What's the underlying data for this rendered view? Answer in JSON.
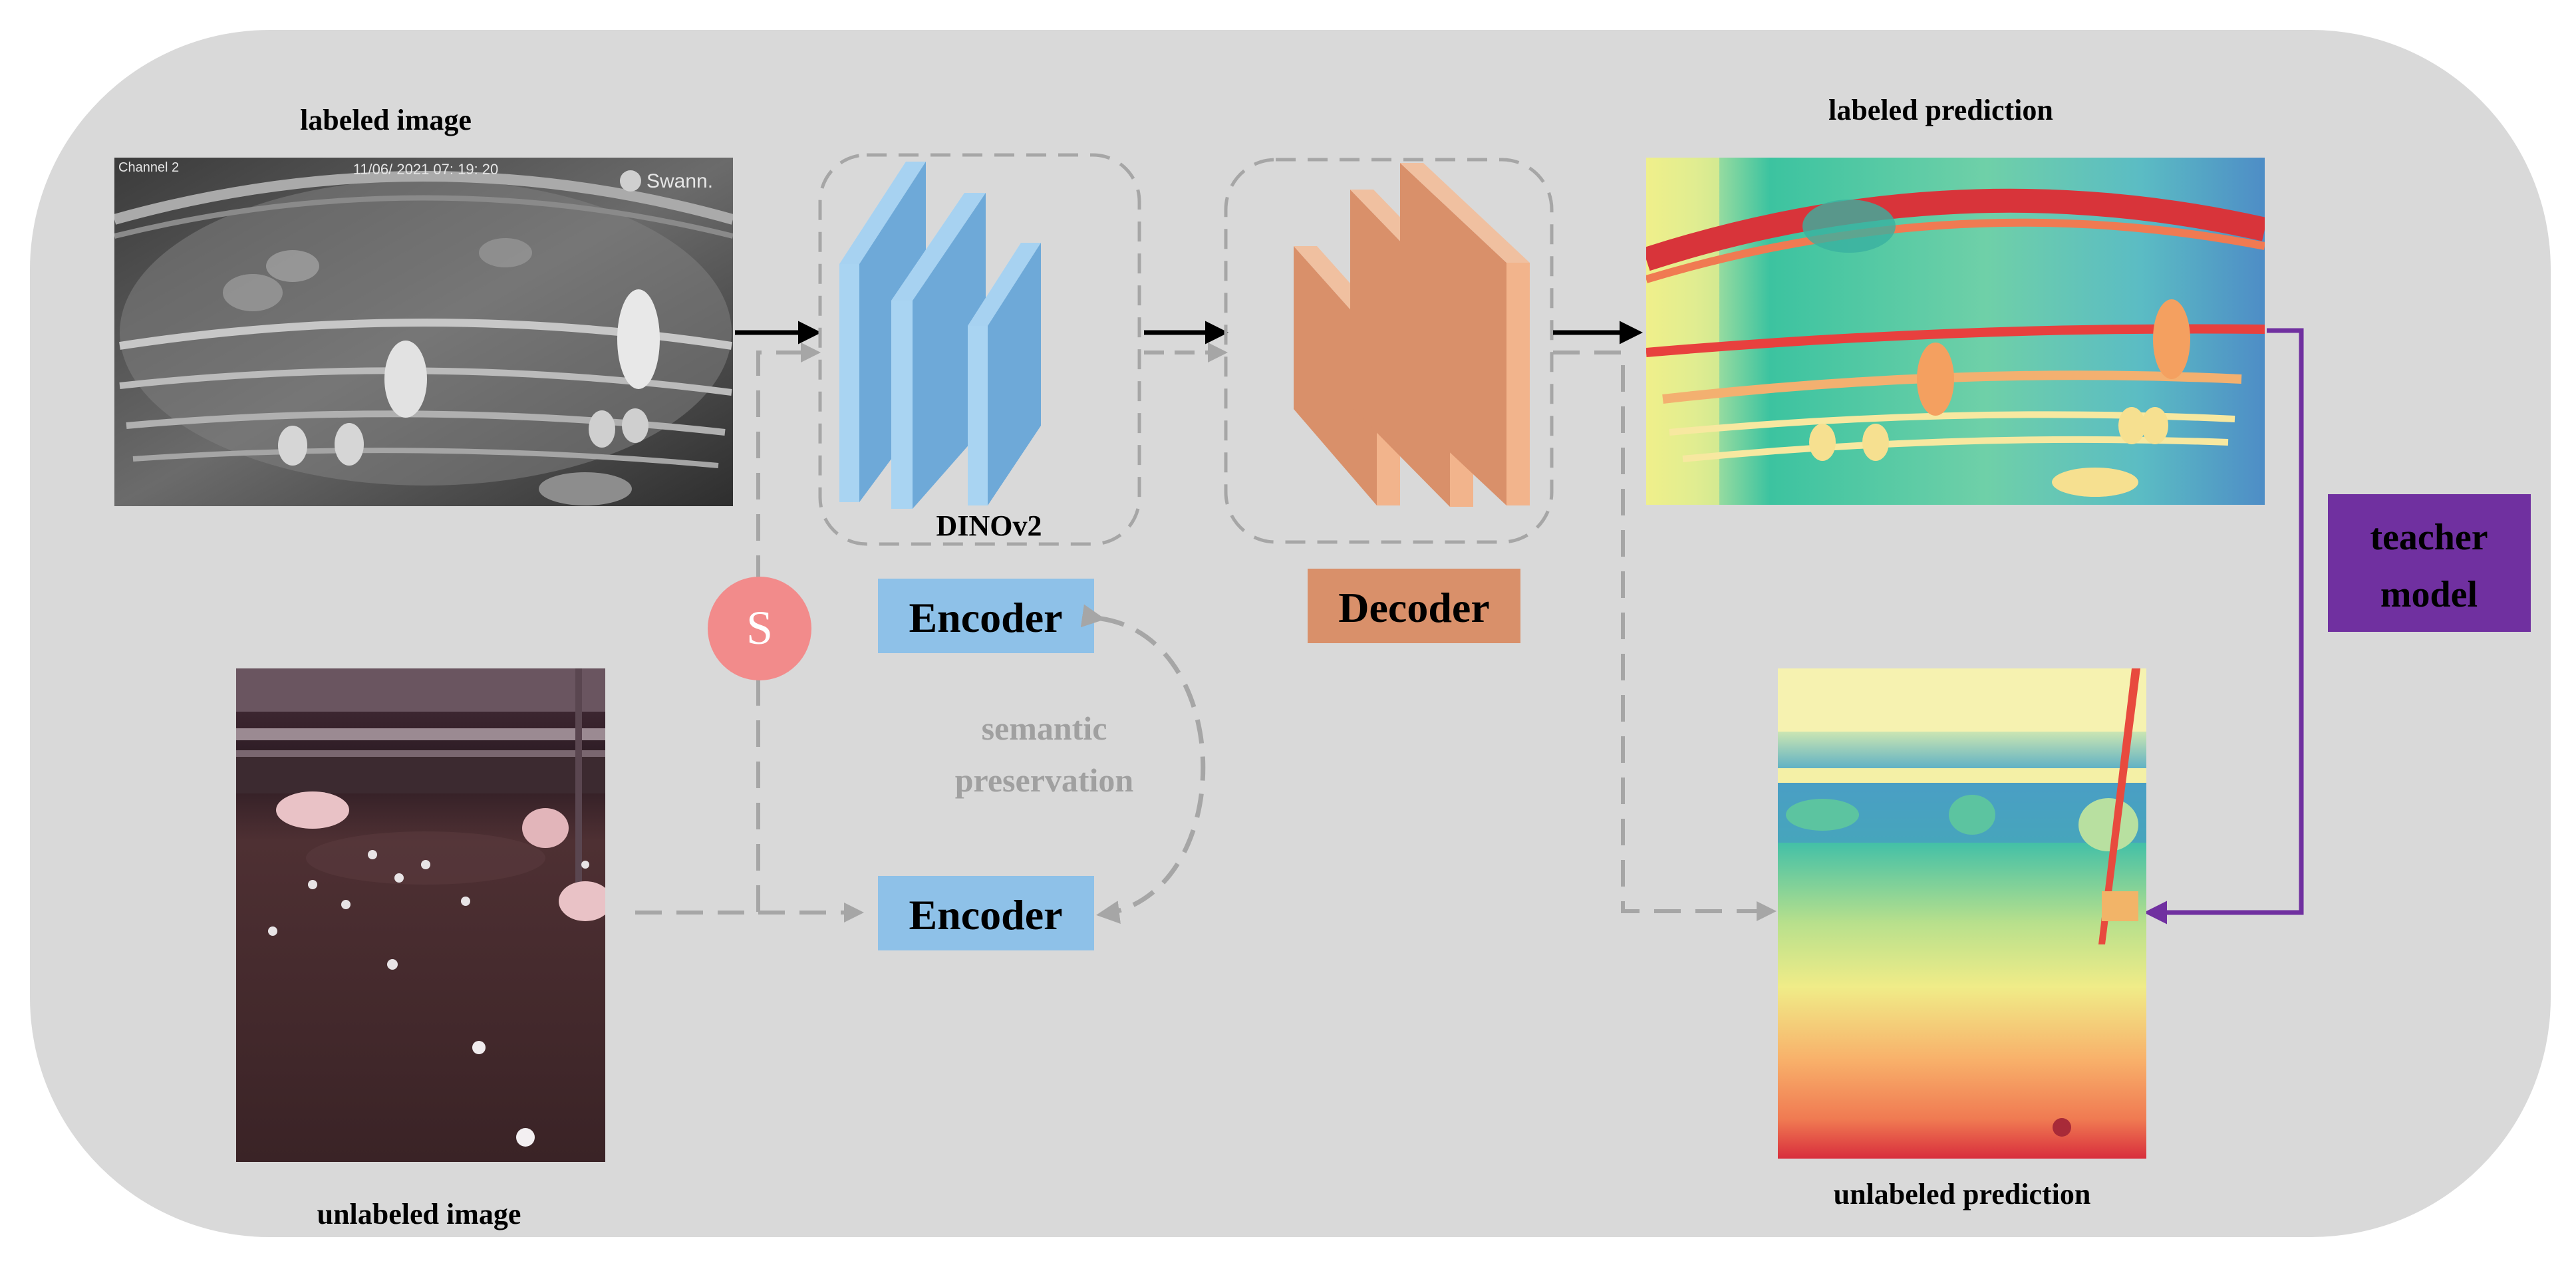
{
  "labels": {
    "labeled_image": "labeled image",
    "unlabeled_image": "unlabeled image",
    "labeled_prediction": "labeled prediction",
    "unlabeled_prediction": "unlabeled prediction",
    "dinov2": "DINOv2",
    "encoder_top": "Encoder",
    "encoder_bottom": "Encoder",
    "decoder": "Decoder",
    "semantic_line1": "semantic",
    "semantic_line2": "preservation",
    "s_marker": "S",
    "teacher_line1": "teacher",
    "teacher_line2": "model"
  },
  "camera_overlay": {
    "channel": "Channel 2",
    "timestamp": "11/06/ 2021  07: 19: 20",
    "brand": "Swann."
  },
  "colors": {
    "panel_bg": "#d9d9d9",
    "encoder_blue": "#8ec1e8",
    "decoder_orange": "#d9906a",
    "teacher_purple": "#7030a0",
    "s_circle": "#f28b8b",
    "dashed_gray": "#a6a6a6",
    "gray_text": "#a0a0a0"
  }
}
